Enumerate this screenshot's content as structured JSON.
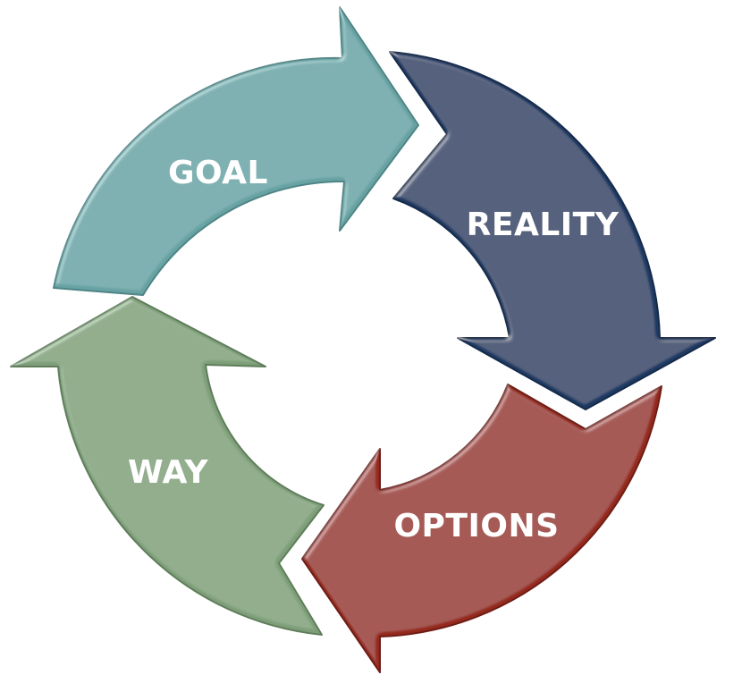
{
  "diagram": {
    "segments": [
      {
        "id": "goal",
        "label": "GOAL",
        "color": "#67a2a3",
        "edge": "#4f8586"
      },
      {
        "id": "reality",
        "label": "REALITY",
        "color": "#1e3a63",
        "edge": "#142a4a"
      },
      {
        "id": "options",
        "label": "OPTIONS",
        "color": "#952a1e",
        "edge": "#6e1d14"
      },
      {
        "id": "way",
        "label": "WAY",
        "color": "#7d9e78",
        "edge": "#5e7d5a"
      }
    ]
  }
}
